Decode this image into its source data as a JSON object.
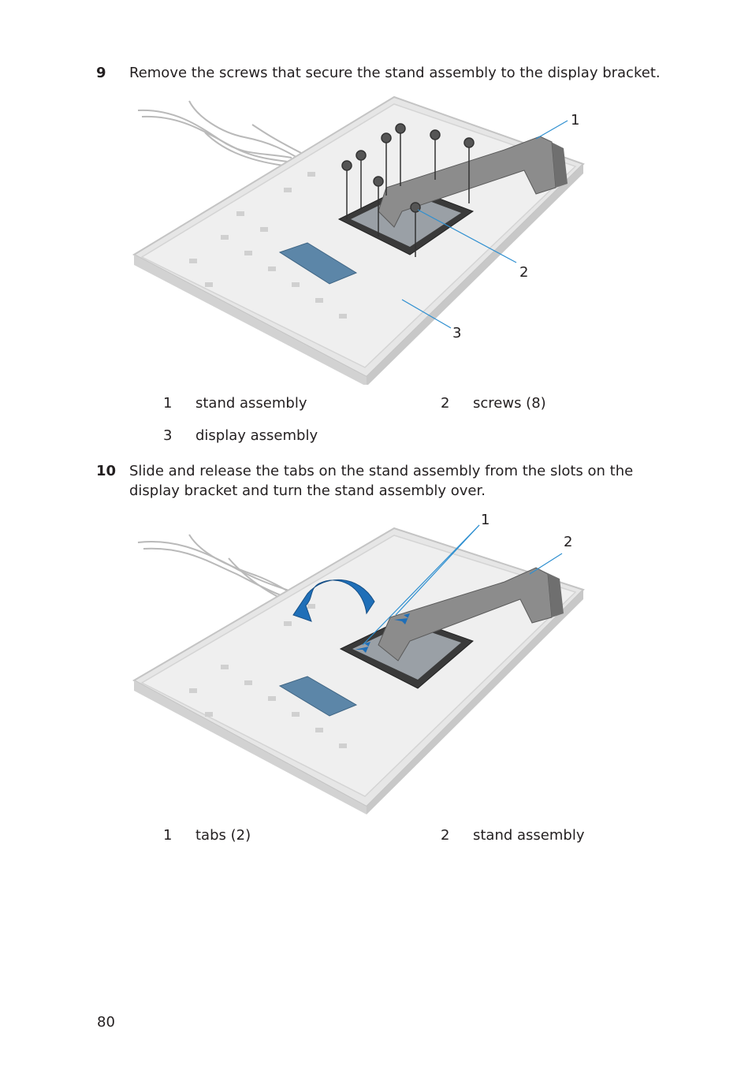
{
  "step9": {
    "number": "9",
    "text": "Remove the screws that secure the stand assembly to the display bracket."
  },
  "figure1": {
    "callouts": [
      "1",
      "2",
      "3"
    ],
    "legend": [
      {
        "num": "1",
        "label": "stand assembly"
      },
      {
        "num": "2",
        "label": "screws (8)"
      },
      {
        "num": "3",
        "label": "display assembly"
      }
    ]
  },
  "step10": {
    "number": "10",
    "text": "Slide and release the tabs on the stand assembly from the slots on the display bracket and turn the stand assembly over."
  },
  "figure2": {
    "callouts": [
      "1",
      "2"
    ],
    "legend": [
      {
        "num": "1",
        "label": "tabs (2)"
      },
      {
        "num": "2",
        "label": "stand assembly"
      }
    ]
  },
  "colors": {
    "callout_line": "#2e8fd0",
    "arrow": "#1f6fb8",
    "chassis": "#dcdcdc",
    "stand": "#8c8c8c"
  },
  "page_number": "80"
}
